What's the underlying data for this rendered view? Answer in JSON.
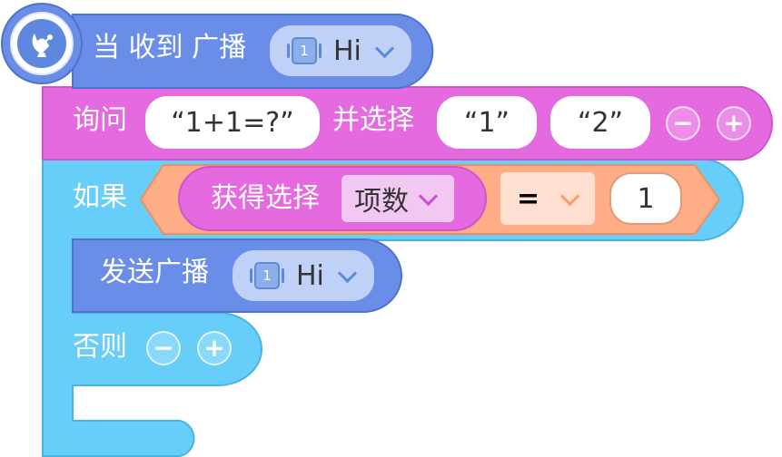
{
  "hat": {
    "label": "当 收到 广播",
    "message_value": "Hi",
    "message_badge": "1",
    "colors": {
      "block": "#6a8ee8",
      "dropdown": "#c0d1f7",
      "accent": "#5e88dd"
    }
  },
  "ask_block": {
    "label_ask": "询问",
    "question_value": "“1+1=?”",
    "label_choose": "并选择",
    "options": [
      "“1”",
      "“2”"
    ],
    "minus_label": "−",
    "plus_label": "+",
    "colors": {
      "block": "#e56ae0",
      "border": "#cf55cb"
    }
  },
  "if_block": {
    "label_if": "如果",
    "label_else": "否则",
    "minus_label": "−",
    "plus_label": "+",
    "colors": {
      "block": "#66cef8",
      "border": "#4ab3e6"
    }
  },
  "condition": {
    "get_choice_label": "获得选择",
    "get_choice_dropdown": "项数",
    "operator": "=",
    "compare_value": "1",
    "colors": {
      "hexagon": "#ffad86",
      "operator_dropdown": "#ffe0d0"
    }
  },
  "broadcast_block": {
    "label": "发送广播",
    "message_value": "Hi",
    "message_badge": "1"
  },
  "icons": [
    "satellite-dish-icon",
    "chevron-down-icon",
    "message-badge-icon",
    "minus-icon",
    "plus-icon"
  ]
}
